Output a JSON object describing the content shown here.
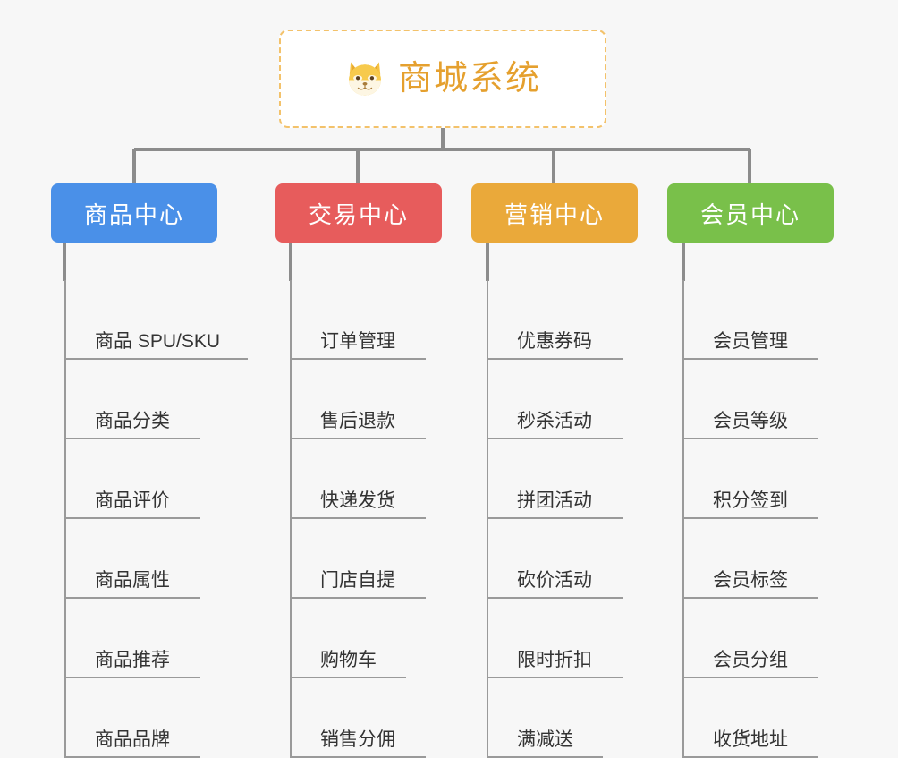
{
  "page": {
    "background_color": "#f7f7f7",
    "type": "mindmap-tree"
  },
  "root": {
    "title": "商城系统",
    "icon": "shiba-dog-face-icon",
    "title_color": "#e5a02e",
    "border_color": "#f3c26b",
    "card_color": "#ffffff"
  },
  "connector_color": "#8c8c8c",
  "branches": [
    {
      "label": "商品中心",
      "color": "#4a90e8",
      "items": [
        "商品 SPU/SKU",
        "商品分类",
        "商品评价",
        "商品属性",
        "商品推荐",
        "商品品牌"
      ]
    },
    {
      "label": "交易中心",
      "color": "#e75c5c",
      "items": [
        "订单管理",
        "售后退款",
        "快递发货",
        "门店自提",
        "购物车",
        "销售分佣"
      ]
    },
    {
      "label": "营销中心",
      "color": "#eaa93a",
      "items": [
        "优惠券码",
        "秒杀活动",
        "拼团活动",
        "砍价活动",
        "限时折扣",
        "满减送"
      ]
    },
    {
      "label": "会员中心",
      "color": "#79c04a",
      "items": [
        "会员管理",
        "会员等级",
        "积分签到",
        "会员标签",
        "会员分组",
        "收货地址"
      ]
    }
  ]
}
